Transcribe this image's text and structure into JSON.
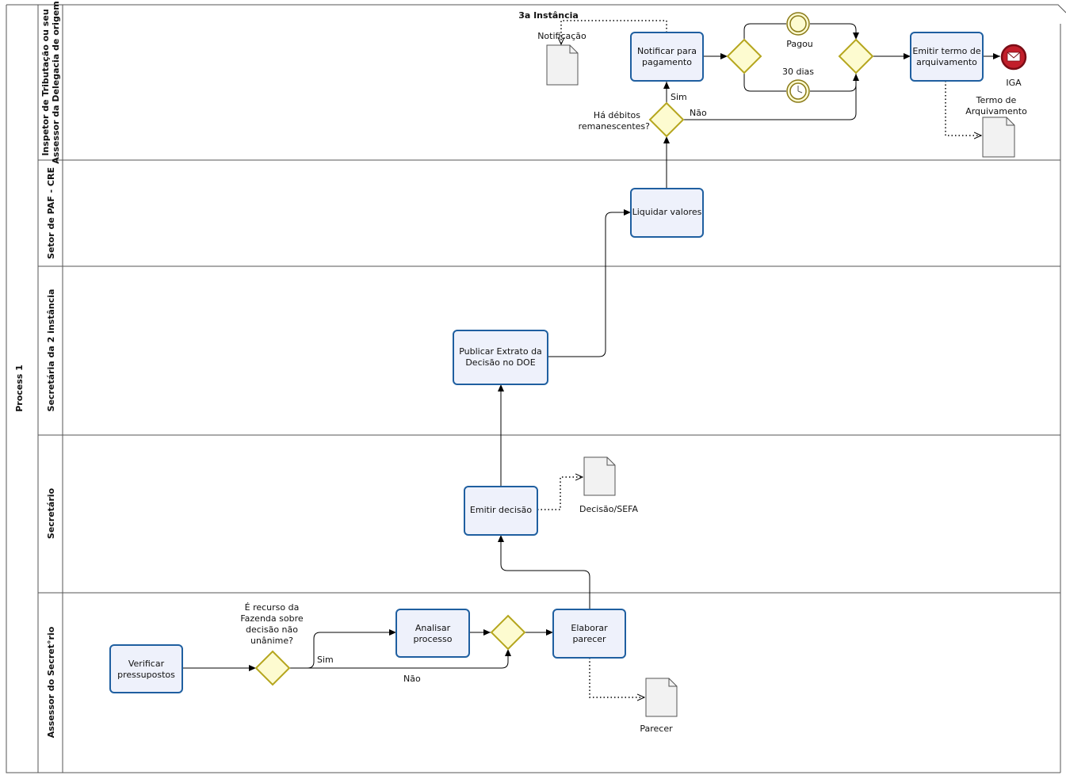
{
  "pool": {
    "title": "Process 1"
  },
  "lanes": [
    {
      "id": "inspetor",
      "title_line1": "Inspetor de Tributação ou seu",
      "title_line2": "Assessor da Delegacia de origem"
    },
    {
      "id": "setor",
      "title": "Setor de PAF - CRE"
    },
    {
      "id": "secretaria",
      "title": "Secretária da 2 instância"
    },
    {
      "id": "secretario",
      "title": "Secretário"
    },
    {
      "id": "assessor",
      "title": "Assessor do Secret°rio"
    }
  ],
  "tasks": {
    "verificar": {
      "line1": "Verificar",
      "line2": "pressupostos"
    },
    "analisar": {
      "line1": "Analisar",
      "line2": "processo"
    },
    "elaborar": {
      "line1": "Elaborar",
      "line2": "parecer"
    },
    "emitir_decisao": {
      "line1": "Emitir decisão"
    },
    "publicar": {
      "line1": "Publicar Extrato da",
      "line2": "Decisão no DOE"
    },
    "liquidar": {
      "line1": "Liquidar valores"
    },
    "notificar": {
      "line1": "Notificar  para",
      "line2": "pagamento"
    },
    "emitir_termo": {
      "line1": "Emitir termo de",
      "line2": "arquivamento"
    }
  },
  "gateways": {
    "recurso_q": {
      "line1": "É recurso da",
      "line2": "Fazenda sobre",
      "line3": "decisão não",
      "line4": "unânime?"
    },
    "debitos_q": {
      "line1": "Há débitos",
      "line2": "remanescentes?"
    }
  },
  "flow_labels": {
    "sim_recurso": "Sim",
    "nao_recurso": "Não",
    "sim_debitos": "Sim",
    "nao_debitos": "Não"
  },
  "events": {
    "pagou": "Pagou",
    "trinta_dias": "30 dias",
    "iga": "IGA"
  },
  "documents": {
    "parecer": "Parecer",
    "decisao": "Decisão/SEFA",
    "notificacao": "Notificação",
    "termo_line1": "Termo de",
    "termo_line2": "Arquivamento"
  },
  "annotations": {
    "instancia": "3a Instância"
  }
}
